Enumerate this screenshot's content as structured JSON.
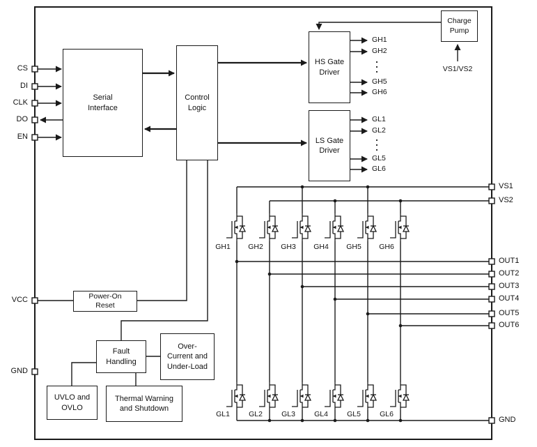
{
  "pins": {
    "left": [
      "CS",
      "DI",
      "CLK",
      "DO",
      "EN",
      "VCC",
      "GND"
    ],
    "right": [
      "VS1",
      "VS2",
      "OUT1",
      "OUT2",
      "OUT3",
      "OUT4",
      "OUT5",
      "OUT6",
      "GND"
    ]
  },
  "blocks": {
    "serial_interface": "Serial\nInterface",
    "control_logic": "Control\nLogic",
    "hs_gate_driver": "HS Gate\nDriver",
    "ls_gate_driver": "LS Gate\nDriver",
    "charge_pump": "Charge\nPump",
    "power_on_reset": "Power-On\nReset",
    "fault_handling": "Fault\nHandling",
    "over_current": "Over-\nCurrent and\nUnder-Load",
    "uvlo": "UVLO and\nOVLO",
    "thermal": "Thermal Warning\nand Shutdown"
  },
  "driver_labels": {
    "hs": [
      "GH1",
      "GH2",
      "GH5",
      "GH6"
    ],
    "ls": [
      "GL1",
      "GL2",
      "GL5",
      "GL6"
    ]
  },
  "charge_pump_input": "VS1/VS2",
  "fets": {
    "high": [
      "GH1",
      "GH2",
      "GH3",
      "GH4",
      "GH5",
      "GH6"
    ],
    "low": [
      "GL1",
      "GL2",
      "GL3",
      "GL4",
      "GL5",
      "GL6"
    ]
  },
  "colors": {
    "line": "#1a1a1a",
    "background": "#ffffff"
  }
}
